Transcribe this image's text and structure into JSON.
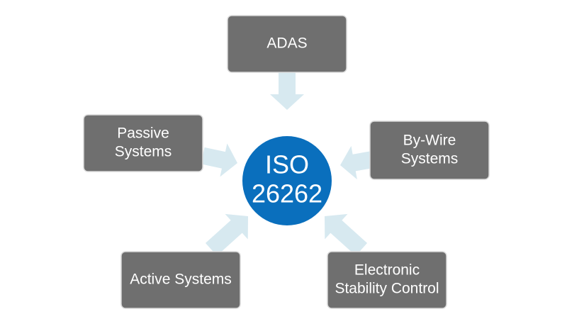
{
  "colors": {
    "box_fill": "#6f6f6f",
    "hub_fill": "#0a6fbd",
    "arrow_fill": "#d7e9f0"
  },
  "hub": {
    "line1": "ISO",
    "line2": "26262"
  },
  "nodes": {
    "adas": {
      "line1": "ADAS"
    },
    "passive": {
      "line1": "Passive",
      "line2": "Systems"
    },
    "bywire": {
      "line1": "By-Wire",
      "line2": "Systems"
    },
    "active": {
      "line1": "Active Systems"
    },
    "esc": {
      "line1": "Electronic",
      "line2": "Stability Control"
    }
  }
}
